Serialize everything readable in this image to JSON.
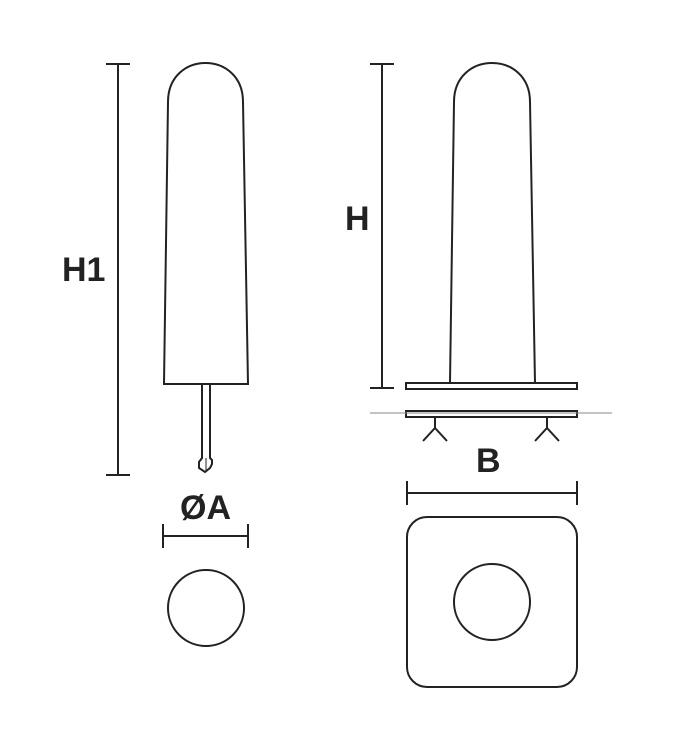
{
  "labels": {
    "h1": "H1",
    "h": "H",
    "diameter_a": "ØA",
    "b": "B"
  },
  "colors": {
    "stroke": "#222222",
    "ground_line": "#888888",
    "background": "#ffffff"
  }
}
